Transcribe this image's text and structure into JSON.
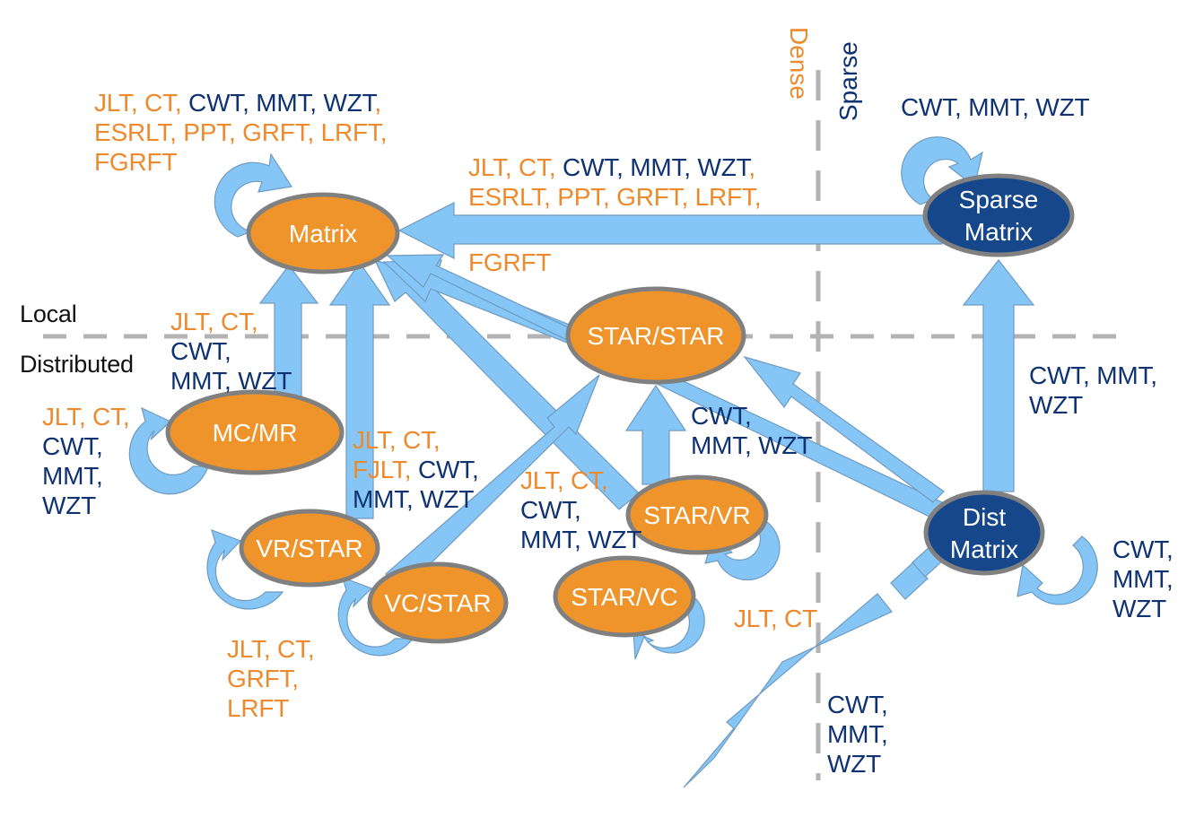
{
  "regions": {
    "local": "Local",
    "distributed": "Distributed",
    "dense": "Dense",
    "sparse": "Sparse"
  },
  "colors": {
    "dense_node": "#EE942A",
    "sparse_node": "#16478A",
    "node_border": "#808080",
    "arrow_fill": "#85C6F7",
    "arrow_stroke": "#6F9BC0",
    "divider": "#B3B3B3",
    "label_orange": "#EE8A2E",
    "label_blue": "#0E3272"
  },
  "nodes": {
    "matrix": "Matrix",
    "sparse_matrix": [
      "Sparse",
      "Matrix"
    ],
    "star_star": "STAR/STAR",
    "mc_mr": "MC/MR",
    "vr_star": "VR/STAR",
    "vc_star": "VC/STAR",
    "star_vr": "STAR/VR",
    "star_vc": "STAR/VC",
    "dist_matrix": [
      "Dist",
      "Matrix"
    ]
  },
  "labels": {
    "matrix_self": [
      [
        {
          "t": "JLT, CT, ",
          "c": "o"
        },
        {
          "t": "CWT, MMT, WZT",
          "c": "b"
        },
        {
          "t": ",",
          "c": "o"
        }
      ],
      [
        {
          "t": "ESRLT, PPT, GRFT, LRFT,",
          "c": "o"
        }
      ],
      [
        {
          "t": "FGRFT",
          "c": "o"
        }
      ]
    ],
    "sparse_to_matrix": [
      [
        {
          "t": "JLT, CT, ",
          "c": "o"
        },
        {
          "t": "CWT, MMT, WZT",
          "c": "b"
        },
        {
          "t": ",",
          "c": "o"
        }
      ],
      [
        {
          "t": "ESRLT, PPT, GRFT, LRFT,",
          "c": "o"
        }
      ]
    ],
    "sparse_to_matrix_tail": [
      [
        {
          "t": "FGRFT",
          "c": "o"
        }
      ]
    ],
    "sparse_self": [
      [
        {
          "t": "CWT, MMT, WZT",
          "c": "b"
        }
      ]
    ],
    "mcmr_to_matrix": [
      [
        {
          "t": "JLT, CT,",
          "c": "o"
        }
      ],
      [
        {
          "t": "CWT,",
          "c": "b"
        }
      ],
      [
        {
          "t": "MMT, WZT",
          "c": "b"
        }
      ]
    ],
    "mcmr_self": [
      [
        {
          "t": "JLT, CT,",
          "c": "o"
        }
      ],
      [
        {
          "t": "CWT,",
          "c": "b"
        }
      ],
      [
        {
          "t": "MMT,",
          "c": "b"
        }
      ],
      [
        {
          "t": "WZT",
          "c": "b"
        }
      ]
    ],
    "vrstar_edges": [
      [
        {
          "t": "JLT, CT,",
          "c": "o"
        }
      ],
      [
        {
          "t": "FJLT, ",
          "c": "o"
        },
        {
          "t": "CWT,",
          "c": "b"
        }
      ],
      [
        {
          "t": "MMT, WZT",
          "c": "b"
        }
      ]
    ],
    "starvr_edges": [
      [
        {
          "t": "JLT, CT,",
          "c": "o"
        }
      ],
      [
        {
          "t": "CWT,",
          "c": "b"
        }
      ],
      [
        {
          "t": "MMT, WZT",
          "c": "b"
        }
      ]
    ],
    "dist_to_starstar": [
      [
        {
          "t": "CWT,",
          "c": "b"
        }
      ],
      [
        {
          "t": "MMT, WZT",
          "c": "b"
        }
      ]
    ],
    "dist_to_sparse": [
      [
        {
          "t": "CWT, MMT,",
          "c": "b"
        }
      ],
      [
        {
          "t": "WZT",
          "c": "b"
        }
      ]
    ],
    "dist_self": [
      [
        {
          "t": "CWT,",
          "c": "b"
        }
      ],
      [
        {
          "t": "MMT,",
          "c": "b"
        }
      ],
      [
        {
          "t": "WZT",
          "c": "b"
        }
      ]
    ],
    "star_vr_vc_self": [
      [
        {
          "t": "JLT, CT",
          "c": "o"
        }
      ]
    ],
    "vr_vc_star_self": [
      [
        {
          "t": "JLT, CT,",
          "c": "o"
        }
      ],
      [
        {
          "t": "GRFT,",
          "c": "o"
        }
      ],
      [
        {
          "t": "LRFT",
          "c": "o"
        }
      ]
    ],
    "dist_outgoing": [
      [
        {
          "t": "CWT,",
          "c": "b"
        }
      ],
      [
        {
          "t": "MMT,",
          "c": "b"
        }
      ],
      [
        {
          "t": "WZT",
          "c": "b"
        }
      ]
    ]
  }
}
